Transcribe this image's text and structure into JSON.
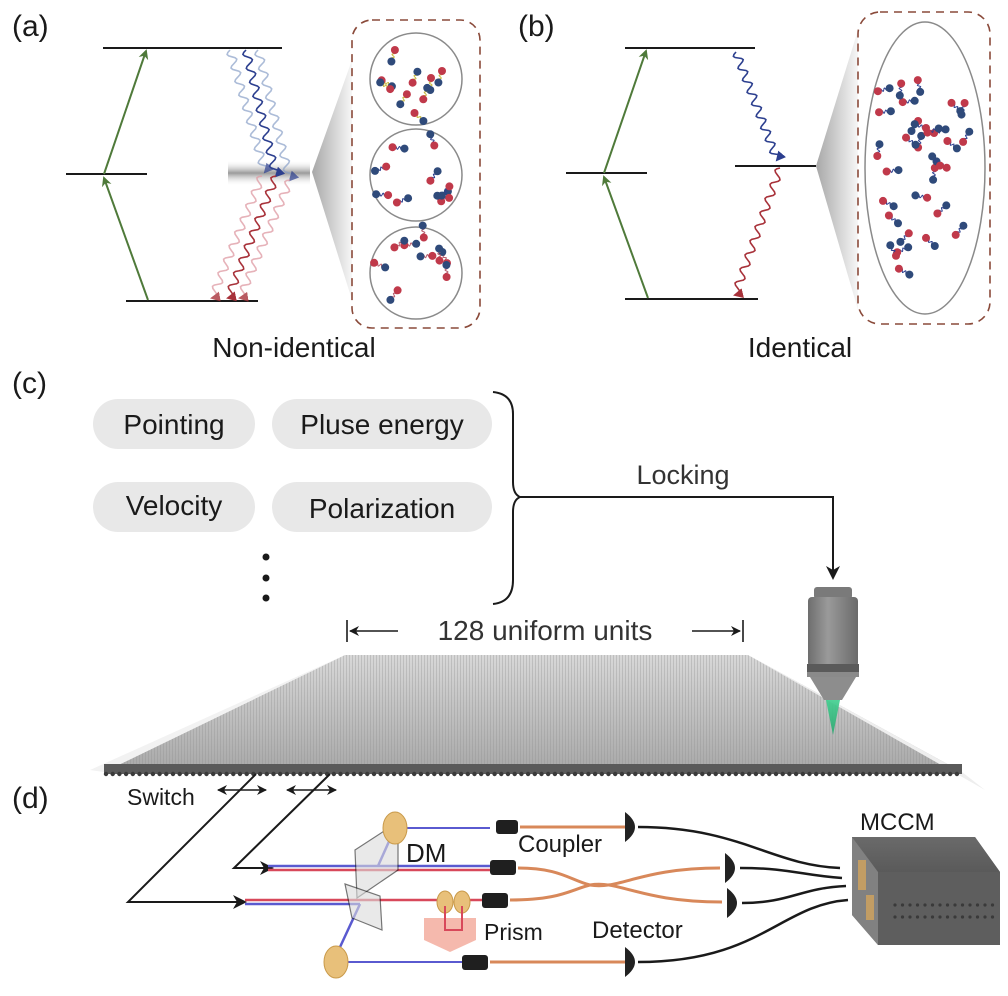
{
  "panels": {
    "a": {
      "label": "(a)",
      "caption": "Non-identical",
      "levels": [
        "upper",
        "intermediate",
        "ground"
      ],
      "cluster_count": 3
    },
    "b": {
      "label": "(b)",
      "caption": "Identical",
      "levels": [
        "upper",
        "intermediate",
        "ground"
      ],
      "cluster_count": 1
    },
    "c": {
      "label": "(c)",
      "parameters": [
        "Pointing",
        "Pluse energy",
        "Velocity",
        "Polarization"
      ],
      "ellipsis": "⋮",
      "locking_label": "Locking",
      "array_label": "128 uniform units"
    },
    "d": {
      "label": "(d)",
      "switch_label": "Switch",
      "dm_label": "DM",
      "coupler_label": "Coupler",
      "prism_label": "Prism",
      "detector_label": "Detector",
      "mccm_label": "MCCM"
    }
  },
  "colors": {
    "excitation_arrow": "#4f7a3a",
    "blue_photon": "#2c3f8f",
    "red_photon": "#a8323a",
    "red_atom": "#c0394a",
    "blue_atom": "#2f4a7a",
    "dashed_box": "#8a4a3a",
    "pill_bg": "#e8e8e8",
    "beam_green": "#3fcf8e",
    "fiber_orange": "#d8885a",
    "box_gray": "#5c5c5c"
  }
}
